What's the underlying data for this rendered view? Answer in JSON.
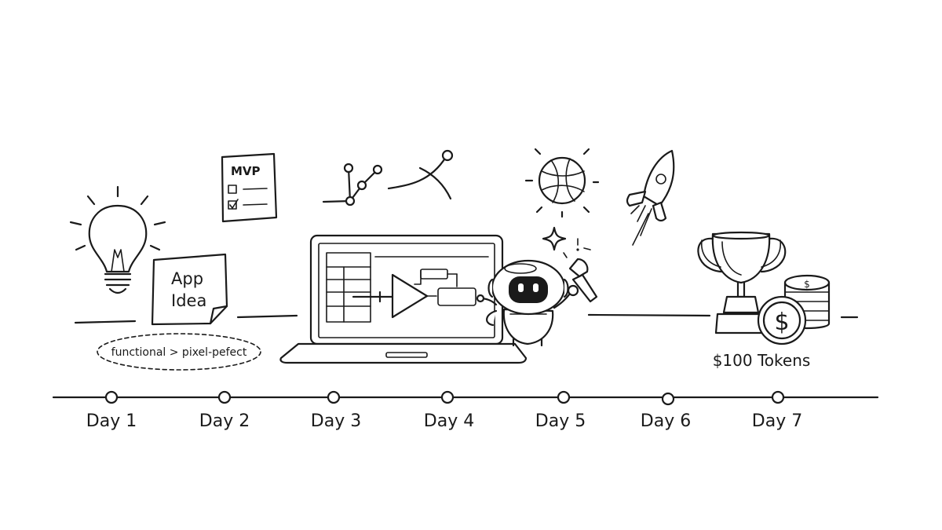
{
  "idea_note": {
    "line1": "App",
    "line2": "Idea"
  },
  "tagline": "functional > pixel-pefect",
  "mvp_sheet": {
    "title": "MVP"
  },
  "reward": {
    "label": "$100 Tokens",
    "coin_symbol": "$"
  },
  "timeline": {
    "days": [
      {
        "label": "Day 1"
      },
      {
        "label": "Day 2"
      },
      {
        "label": "Day 3"
      },
      {
        "label": "Day 4"
      },
      {
        "label": "Day 5"
      },
      {
        "label": "Day 6"
      },
      {
        "label": "Day 7"
      }
    ]
  },
  "colors": {
    "ink": "#1a1a1a",
    "background": "#ffffff"
  },
  "icons": [
    "lightbulb-icon",
    "sticky-note-icon",
    "checklist-icon",
    "graph-icon",
    "laptop-icon",
    "robot-icon",
    "paintbrush-icon",
    "sparkle-icon",
    "basketball-icon",
    "rocket-icon",
    "trophy-icon",
    "coin-stack-icon"
  ]
}
